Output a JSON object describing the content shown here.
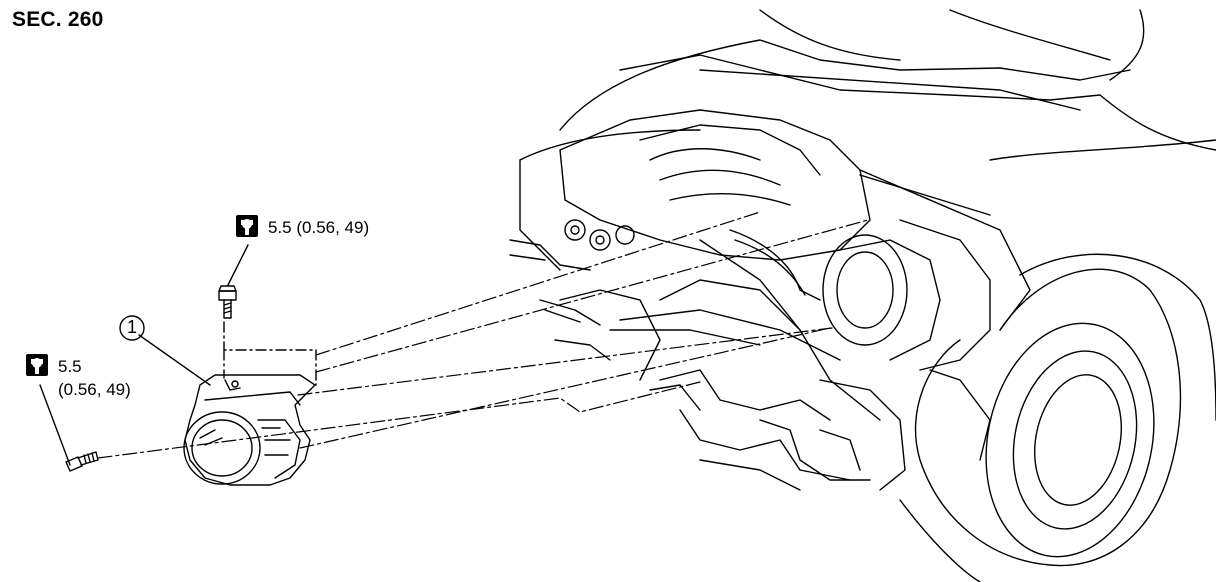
{
  "section": "SEC. 260",
  "callout_number": "1",
  "torque_top": "5.5 (0.56, 49)",
  "torque_left_line1": "5.5",
  "torque_left_line2": "(0.56, 49)",
  "icons": [
    "torque-wrench-icon",
    "torque-wrench-icon"
  ],
  "colors": {
    "line": "#000000",
    "background": "#ffffff"
  }
}
